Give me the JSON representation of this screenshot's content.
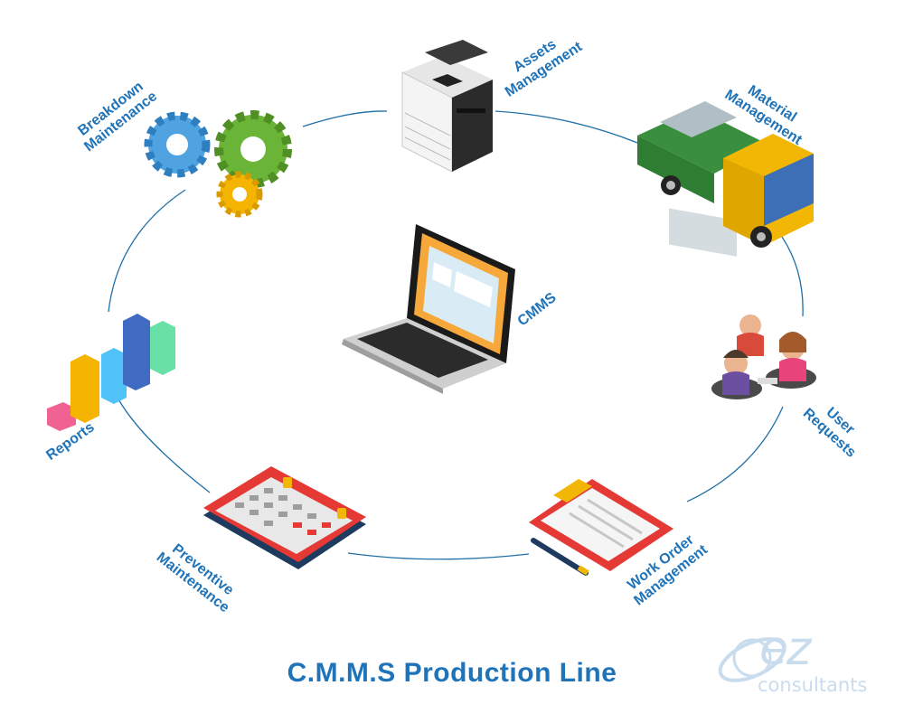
{
  "title": "C.M.M.S Production Line",
  "brand": {
    "mark": "ez",
    "name": "consultants"
  },
  "center": {
    "label": "CMMS",
    "icon": "laptop-icon"
  },
  "nodes": [
    {
      "id": "assets",
      "lines": [
        "Assets",
        "Management"
      ],
      "icon": "printer-icon"
    },
    {
      "id": "material",
      "lines": [
        "Material",
        "Management"
      ],
      "icon": "truck-icon"
    },
    {
      "id": "requests",
      "lines": [
        "User",
        "Requests"
      ],
      "icon": "users-icon"
    },
    {
      "id": "workorder",
      "lines": [
        "Work Order",
        "Management"
      ],
      "icon": "clipboard-icon"
    },
    {
      "id": "preventive",
      "lines": [
        "Preventive",
        "Maintenance"
      ],
      "icon": "calendar-icon"
    },
    {
      "id": "reports",
      "lines": [
        "Reports"
      ],
      "icon": "bar-chart-icon"
    },
    {
      "id": "breakdown",
      "lines": [
        "Breakdown",
        "Maintenance"
      ],
      "icon": "gears-icon"
    }
  ],
  "colors": {
    "label": "#1f73b9",
    "ring": "#1f6fa8",
    "brand": "#c9dcee",
    "truck_body": "#2e7d32",
    "truck_cab": "#f2b705",
    "clipboard_frame": "#e53935",
    "calendar_frame": "#e53935",
    "calendar_base": "#1e3a5f"
  }
}
